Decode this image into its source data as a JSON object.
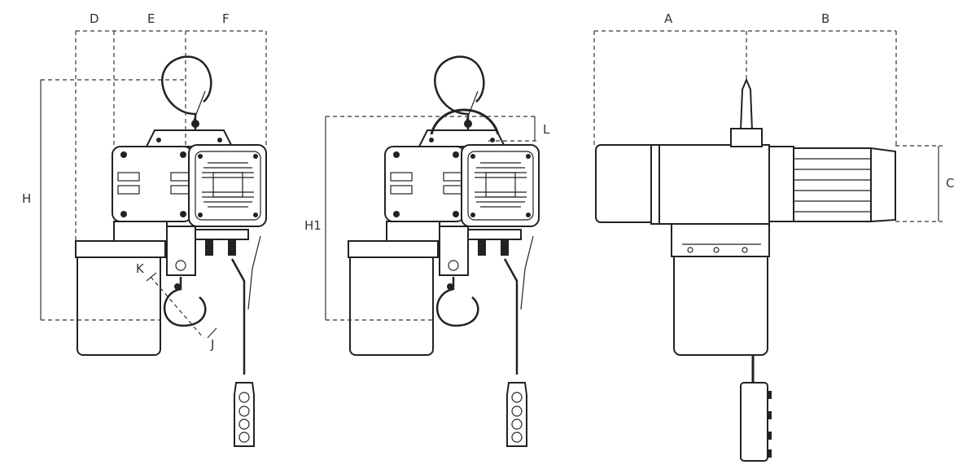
{
  "labels": {
    "D": "D",
    "E": "E",
    "F": "F",
    "H": "H",
    "K": "K",
    "J": "J",
    "L": "L",
    "H1": "H1",
    "A": "A",
    "B": "B",
    "C": "C"
  },
  "colors": {
    "line": "#222222",
    "background": "#ffffff"
  }
}
